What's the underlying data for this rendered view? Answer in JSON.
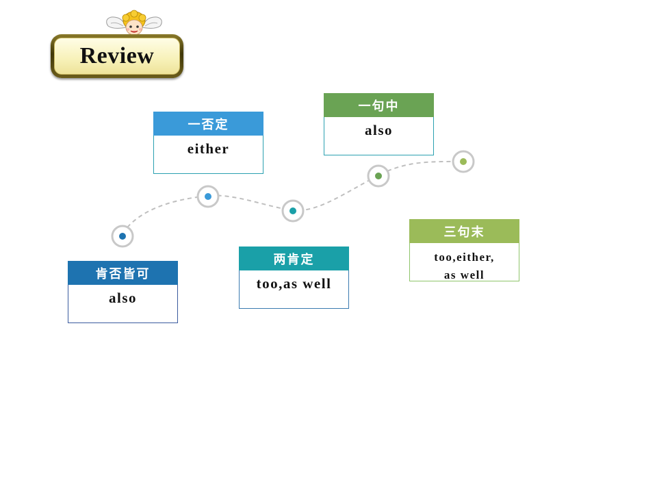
{
  "review": {
    "title": "Review"
  },
  "colors": {
    "connector": "#bfbfbf",
    "ring": "#c8c8c8",
    "dark_blue": "#1e73b0",
    "light_blue": "#3a9ad9",
    "teal": "#1aa0a8",
    "green": "#6aa354",
    "light_green": "#9bbb59"
  },
  "cards": [
    {
      "id": "kenfoujieke",
      "header": "肯否皆可",
      "body": [
        "also"
      ],
      "color": "#1e73b0",
      "border": "#3a5a9e"
    },
    {
      "id": "yifouding",
      "header": "一否定",
      "body": [
        "either"
      ],
      "color": "#3a9ad9",
      "border": "#2aa0b0"
    },
    {
      "id": "liangkending",
      "header": "两肯定",
      "body": [
        "too,as well"
      ],
      "color": "#1aa0a8",
      "border": "#3a7ab0"
    },
    {
      "id": "yijuzhong",
      "header": "一句中",
      "body": [
        "also"
      ],
      "color": "#6aa354",
      "border": "#2aa0b0"
    },
    {
      "id": "sanjumo",
      "header": "三句末",
      "body": [
        "too,either,",
        "as well"
      ],
      "color": "#9bbb59",
      "border": "#8fc46a"
    }
  ]
}
